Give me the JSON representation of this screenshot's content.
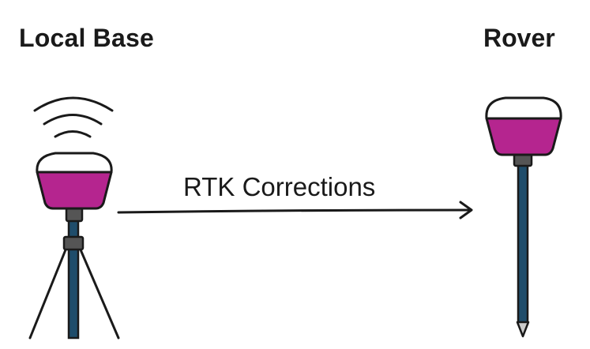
{
  "base": {
    "label": "Local Base",
    "icon": "gnss-base-station-on-tripod-icon"
  },
  "rover": {
    "label": "Rover",
    "icon": "gnss-rover-on-pole-icon"
  },
  "link": {
    "label": "RTK Corrections",
    "icon": "arrow-right-icon"
  },
  "colors": {
    "receiver_body": "#b5258f",
    "receiver_cap": "#ffffff",
    "pole": "#1f4d6b",
    "outline": "#1a1a1a",
    "connector": "#555555"
  }
}
